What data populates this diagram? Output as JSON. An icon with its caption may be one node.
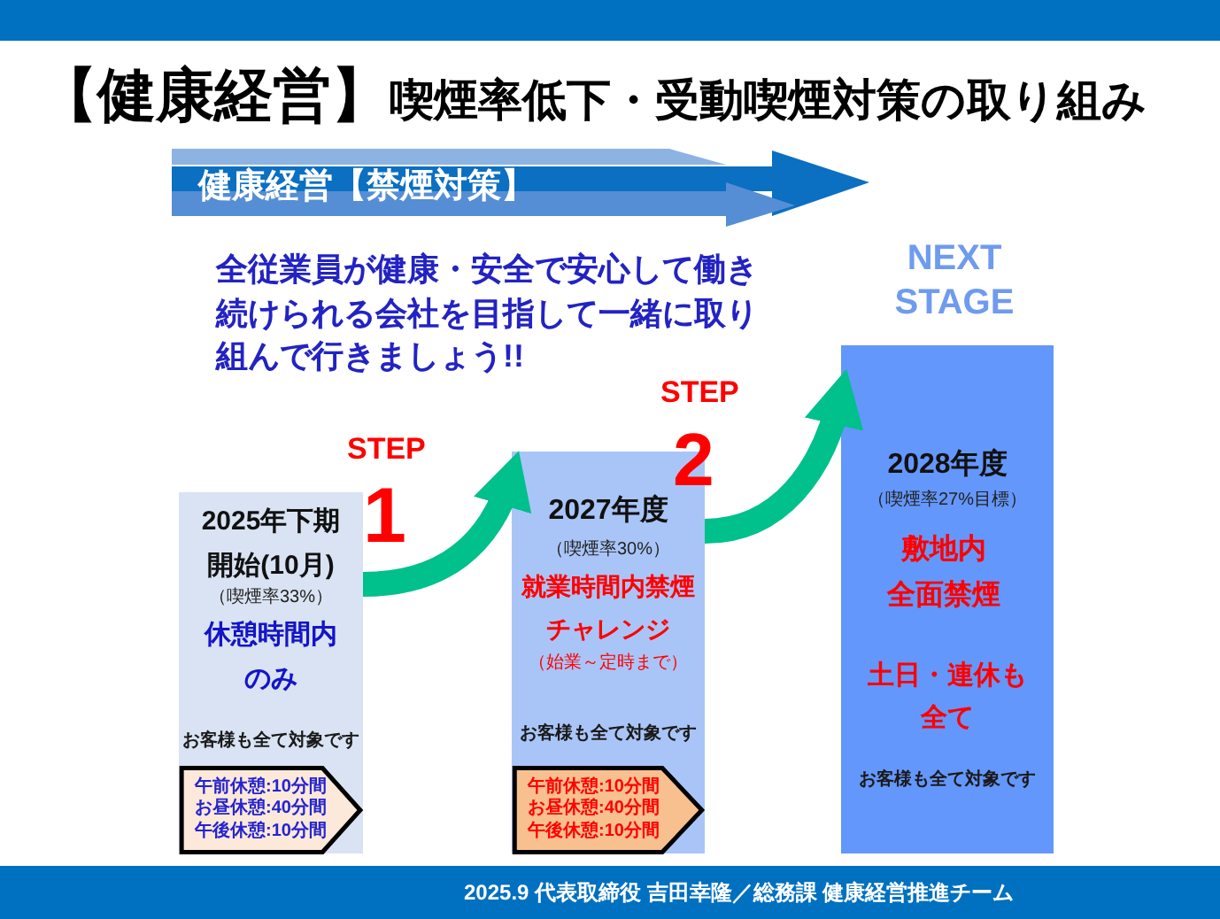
{
  "diagram": {
    "title": "**【健康経営】**喫煙率低下・受動喫煙対策の取り組み",
    "caption": "2025.9 代表取締役 吉田幸隆／総務課 健康経営推進チーム",
    "nodes": [
      {
        "text": [
          "健康経営【禁煙対策】"
        ]
      },
      {
        "text": [
          "2025年下期開始(10月)",
          "（喫煙率33%）",
          "休憩時間内のみ",
          "お客様も全て対象です"
        ]
      },
      {
        "text": [
          "午前休憩:10分間",
          "お昼休憩:40分間",
          "午後休憩:10分間"
        ],
        "in": 1
      },
      {
        "text": [
          "2027年度",
          "（喫煙率30%）",
          "就業時間内禁煙チャレンジ",
          "（始業～定時まで）",
          "お客様も全て対象です"
        ]
      },
      {
        "text": [
          "午前休憩:10分間",
          "お昼休憩:40分間",
          "午後休憩:10分間"
        ],
        "in": 3
      },
      {
        "text": [
          "2028年度",
          "（喫煙率27%目標）",
          "敷地内全面禁煙",
          "土日・連休も全て",
          "お客様も全て対象です"
        ],
        "beside": [
          "NEXT STAGE"
        ]
      }
    ],
    "edges": [
      {
        "from": 1,
        "to": 3,
        "arrow": "to"
      },
      {
        "from": 3,
        "to": 5,
        "arrow": "to"
      }
    ],
    "labels": [
      "全従業員が健康・安全で安心して働き続けられる会社を目指して一緒に取り組んで行きましょう!!",
      "STEP",
      "1",
      "STEP",
      "2"
    ]
  }
}
